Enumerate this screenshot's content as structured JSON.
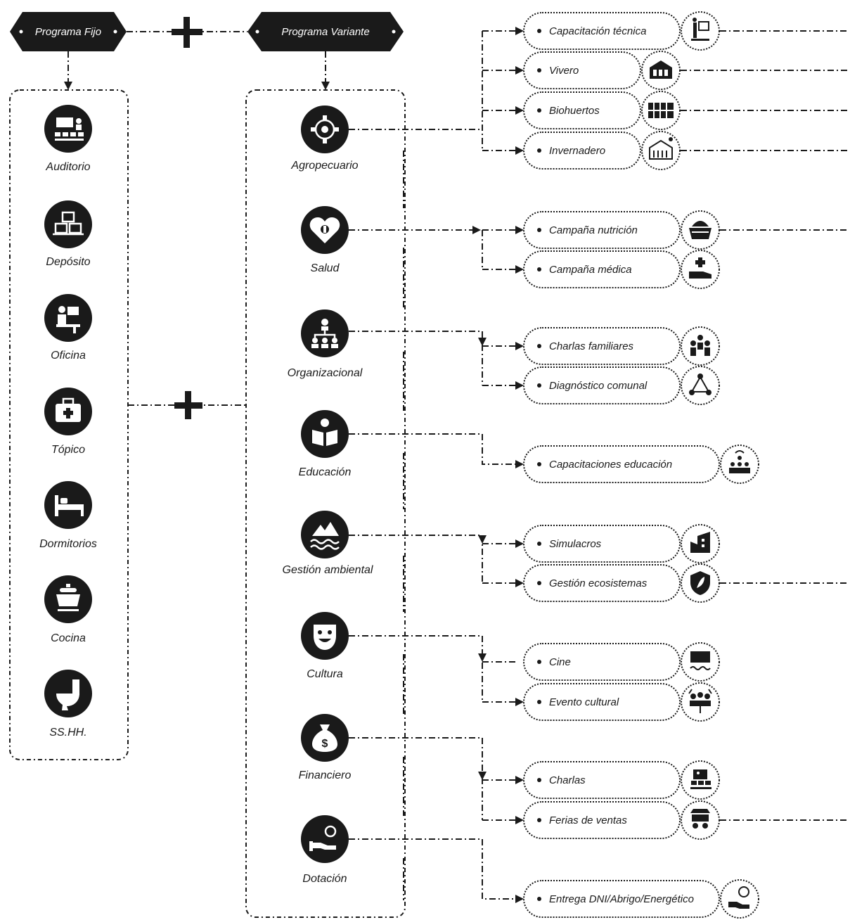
{
  "headers": {
    "fijo": "Programa Fijo",
    "variante": "Programa Variante"
  },
  "fijo_items": [
    {
      "label": "Auditorio",
      "icon": "auditorium-icon"
    },
    {
      "label": "Depósito",
      "icon": "warehouse-icon"
    },
    {
      "label": "Oficina",
      "icon": "office-desk-icon"
    },
    {
      "label": "Tópico",
      "icon": "first-aid-kit-icon"
    },
    {
      "label": "Dormitorios",
      "icon": "bed-icon"
    },
    {
      "label": "Cocina",
      "icon": "cooking-pot-icon"
    },
    {
      "label": "SS.HH.",
      "icon": "toilet-icon"
    }
  ],
  "variante_items": [
    {
      "label": "Agropecuario",
      "icon": "gear-icon"
    },
    {
      "label": "Salud",
      "icon": "heart-icon"
    },
    {
      "label": "Organizacional",
      "icon": "hierarchy-icon"
    },
    {
      "label": "Educación",
      "icon": "reading-icon"
    },
    {
      "label": "Gestión ambiental",
      "icon": "environment-icon"
    },
    {
      "label": "Cultura",
      "icon": "theater-mask-icon"
    },
    {
      "label": "Financiero",
      "icon": "money-bag-icon"
    },
    {
      "label": "Dotación",
      "icon": "hand-giving-icon"
    }
  ],
  "activities": [
    {
      "label": "Capacitación técnica",
      "icon": "training-board-icon"
    },
    {
      "label": "Vivero",
      "icon": "nursery-icon"
    },
    {
      "label": "Biohuertos",
      "icon": "garden-beds-icon"
    },
    {
      "label": "Invernadero",
      "icon": "greenhouse-icon"
    },
    {
      "label": "Campaña nutrición",
      "icon": "food-basket-icon"
    },
    {
      "label": "Campaña médica",
      "icon": "medical-care-icon"
    },
    {
      "label": "Charlas familiares",
      "icon": "family-icon"
    },
    {
      "label": "Diagnóstico comunal",
      "icon": "network-icon"
    },
    {
      "label": "Capacitaciones educación",
      "icon": "audience-icon"
    },
    {
      "label": "Simulacros",
      "icon": "drill-building-icon"
    },
    {
      "label": "Gestión ecosistemas",
      "icon": "leaf-shield-icon"
    },
    {
      "label": "Cine",
      "icon": "cinema-screen-icon"
    },
    {
      "label": "Evento cultural",
      "icon": "crowd-icon"
    },
    {
      "label": "Charlas",
      "icon": "speaker-podium-icon"
    },
    {
      "label": "Ferias de ventas",
      "icon": "market-cart-icon"
    },
    {
      "label": "Entrega DNI/Abrigo/Energético",
      "icon": "delivery-hand-icon"
    }
  ]
}
